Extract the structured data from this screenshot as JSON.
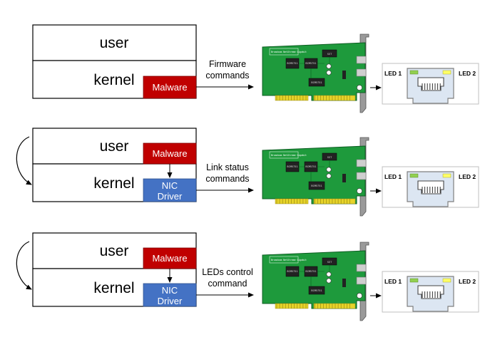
{
  "labels": {
    "user": "user",
    "kernel": "kernel",
    "malware": "Malware",
    "nic_line1": "NIC",
    "nic_line2": "Driver",
    "led1": "LED 1",
    "led2": "LED 2"
  },
  "card_chips": {
    "maker": "Broadcom NetXtreme Gigabit",
    "chip_a": "BCM5751",
    "chip_b": "BCM5751",
    "chip_c": "BCM5751",
    "flash": "SST"
  },
  "panels": [
    {
      "id": "firmware",
      "commands": [
        "Firmware",
        "commands"
      ],
      "has_driver": false,
      "has_loop": false
    },
    {
      "id": "link-status",
      "commands": [
        "Link status",
        "commands"
      ],
      "has_driver": true,
      "has_loop": true
    },
    {
      "id": "leds-control",
      "commands": [
        "LEDs control",
        "command"
      ],
      "has_driver": true,
      "has_loop": true
    }
  ],
  "colors": {
    "malware": "#C00000",
    "driver": "#4472C4",
    "pcb": "#1E9A3C",
    "gold": "#E6D32A",
    "led_green": "#92D050",
    "led_yellow": "#FFFF66",
    "port_fill": "#DCE6F2"
  }
}
